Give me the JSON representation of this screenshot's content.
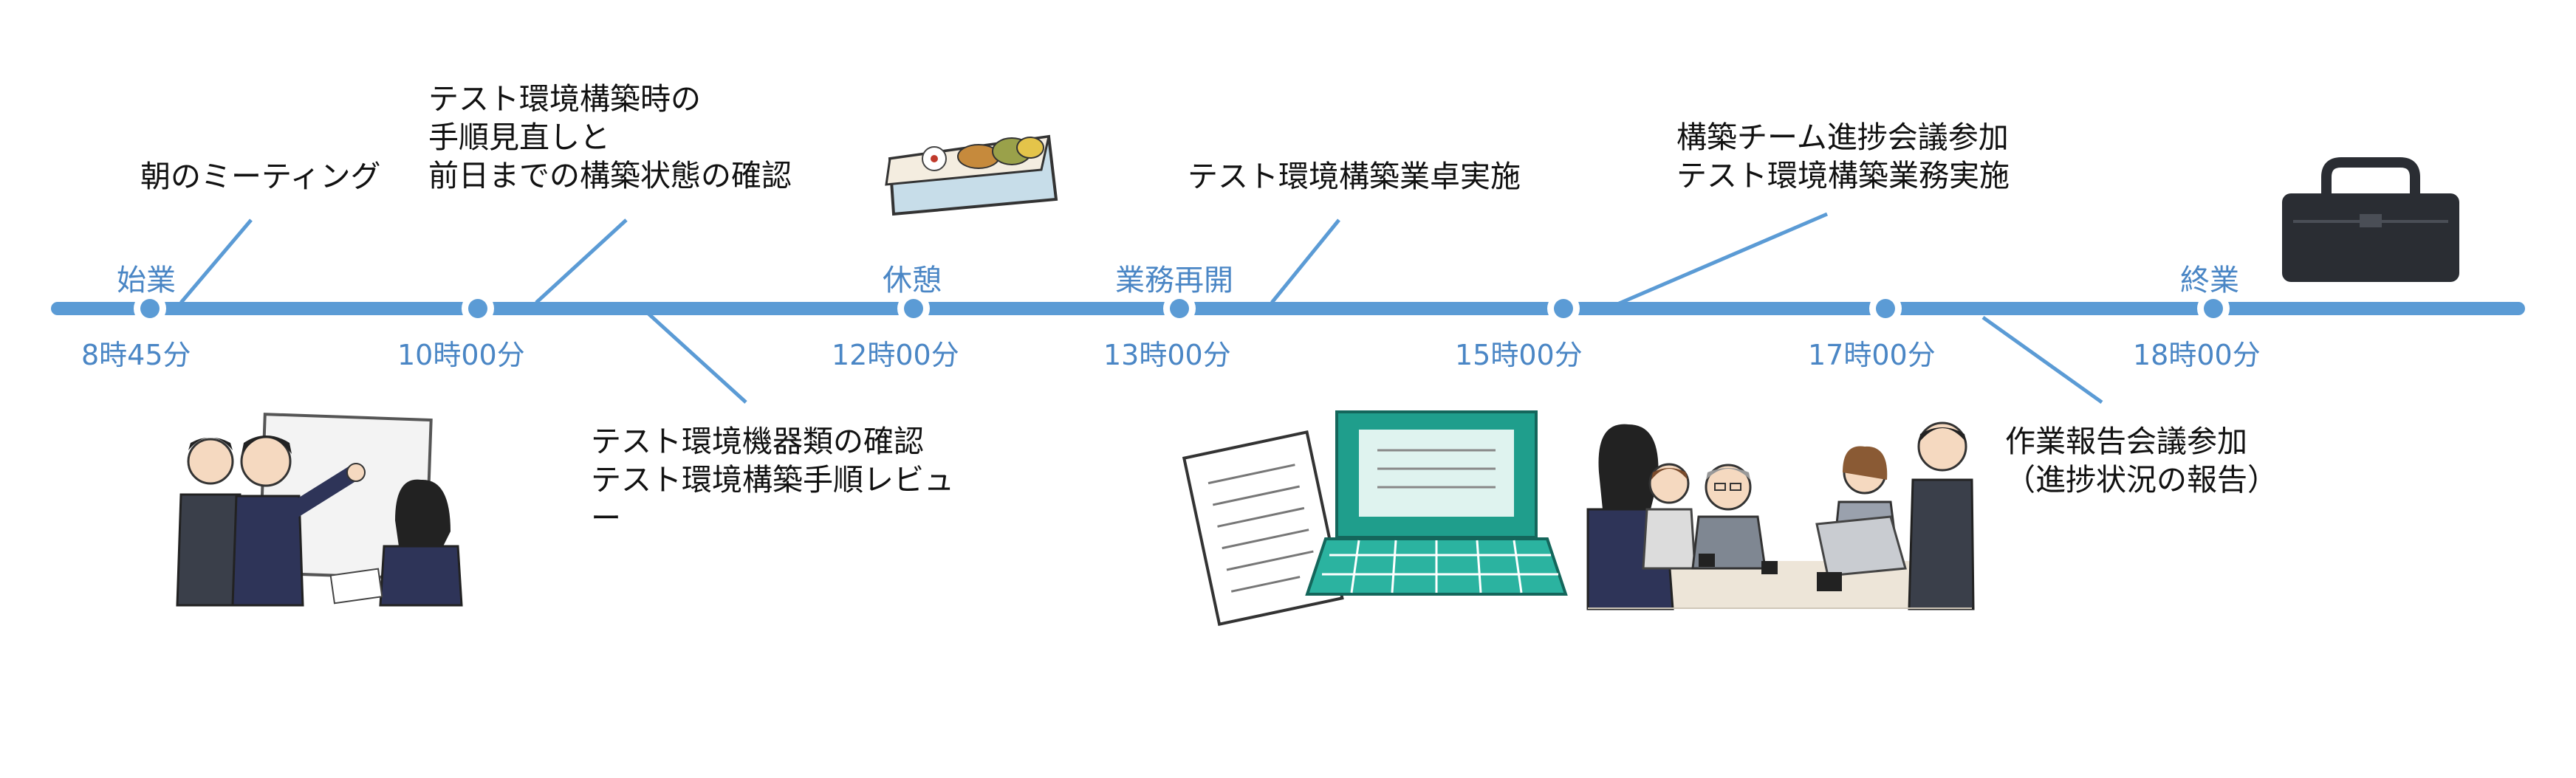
{
  "timeline": {
    "line_color": "#5b9bd5",
    "node_fill": "#ffffff",
    "markers": {
      "start": "始業",
      "break": "休憩",
      "resume": "業務再開",
      "end": "終業"
    },
    "times": [
      "8時45分",
      "10時00分",
      "12時00分",
      "13時00分",
      "15時00分",
      "17時00分",
      "18時00分"
    ]
  },
  "callouts": {
    "morning_meeting": "朝のミーティング",
    "test_env_review": [
      "テスト環境構築時の",
      "手順見直しと",
      "前日までの構築状態の確認"
    ],
    "equipment_check": [
      "テスト環境機器類の確認",
      "テスト環境構築手順レビュ",
      "ー"
    ],
    "desk_work": "テスト環境構築業卓実施",
    "team_meeting": [
      "構築チーム進捗会議参加",
      "テスト環境構築業務実施"
    ],
    "report_meeting": [
      "作業報告会議参加",
      "（進捗状況の報告）"
    ]
  },
  "illustrations": {
    "meeting_whiteboard": "people-whiteboard-illustration",
    "lunch_box": "bento-box-icon",
    "laptop_docs": "laptop-documents-illustration",
    "conference": "conference-meeting-illustration",
    "briefcase": "briefcase-icon"
  }
}
